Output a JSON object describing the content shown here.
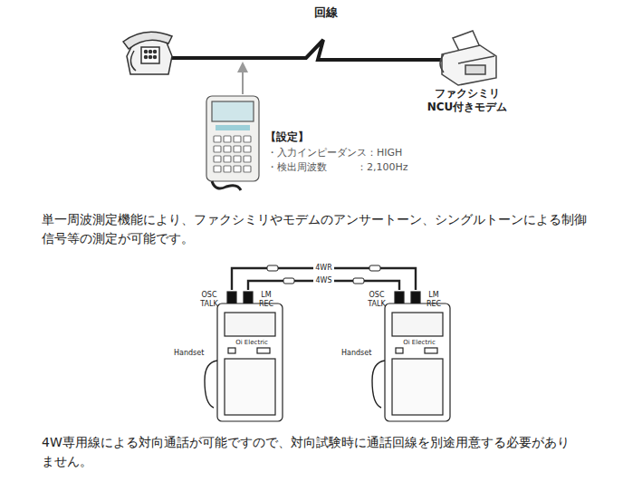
{
  "diagram": {
    "nodes": [
      {
        "text": [
          "ファクシミリ NCU付きモデム"
        ]
      },
      {
        "text": [
          "【設定】",
          "・入力インピーダンス：HIGH",
          "・検出周波数　　　：2,100Hz"
        ]
      },
      {
        "text": [
          "OSC TALK",
          "LM REC",
          "Oi Electric"
        ]
      },
      {
        "text": [
          "OSC TALK",
          "LM REC",
          "Oi Electric"
        ]
      }
    ],
    "edges": [
      {
        "from": 2,
        "to": 3,
        "label": "4WR",
        "arrow": "none"
      },
      {
        "from": 2,
        "to": 3,
        "label": "4WS",
        "arrow": "none"
      }
    ],
    "labels": [
      "回線",
      "単一周波測定機能により、ファクシミリやモデムのアンサートーン、シングルトーンによる制御信号等の測定が可能です。",
      "Handset",
      "Handset",
      "4W専用線による対向通話が可能ですので、対向試験時に通話回線を別途用意する必要がありません。"
    ]
  }
}
